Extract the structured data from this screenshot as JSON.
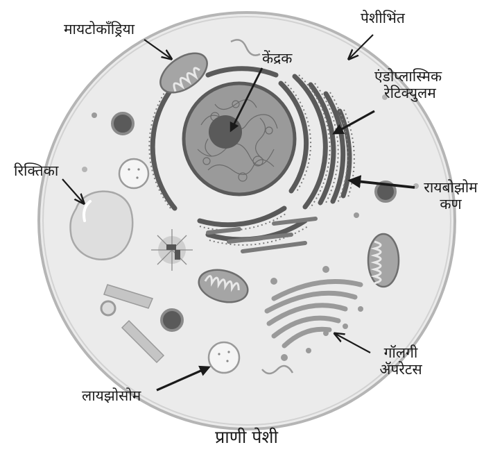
{
  "labels": {
    "mitochondria": "मायटोकाँड्रिया",
    "cell_membrane": "पेशीभिंत",
    "nucleus": "केंद्रक",
    "er_line1": "एंडोप्लास्मिक",
    "er_line2": "रेटिक्युलम",
    "vacuole": "रिक्तिका",
    "ribosome_line1": "रायबोझोम",
    "ribosome_line2": "कण",
    "golgi_line1": "गॉलगी",
    "golgi_line2": "ॲपरेटस",
    "lysosome": "लायझोसोम"
  },
  "caption": "प्राणी पेशी",
  "colors": {
    "cytoplasm": "#ebebeb",
    "membrane": "#b5b5b5",
    "organelle_dark": "#555555",
    "arrow": "#1a1a1a"
  }
}
